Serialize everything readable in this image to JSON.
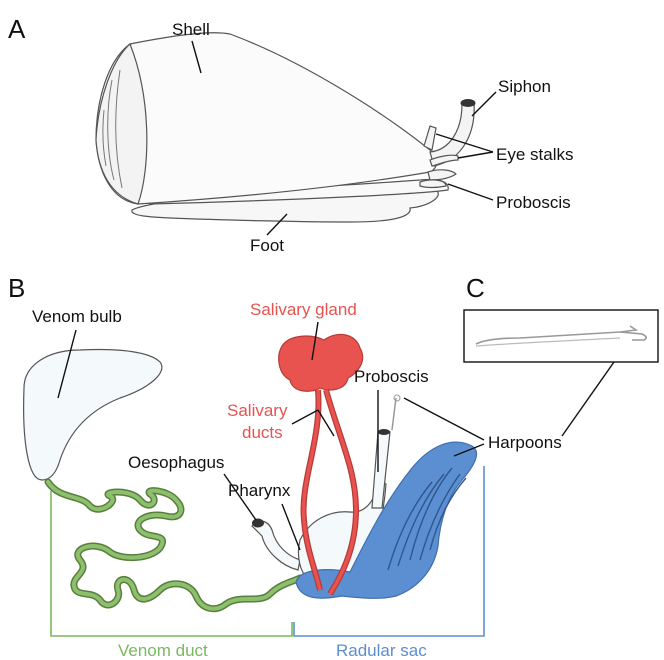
{
  "panels": {
    "a": "A",
    "b": "B",
    "c": "C"
  },
  "panel_a": {
    "shell": "Shell",
    "siphon": "Siphon",
    "eye_stalks": "Eye stalks",
    "proboscis": "Proboscis",
    "foot": "Foot"
  },
  "panel_b": {
    "venom_bulb": "Venom bulb",
    "salivary_gland": "Salivary gland",
    "salivary_ducts_line1": "Salivary",
    "salivary_ducts_line2": "ducts",
    "proboscis": "Proboscis",
    "harpoons": "Harpoons",
    "oesophagus": "Oesophagus",
    "pharynx": "Pharynx",
    "venom_duct": "Venom duct",
    "radular_sac": "Radular sac"
  },
  "colors": {
    "venom_duct": "#7ab861",
    "salivary": "#e8534f",
    "radular": "#5b8fd1",
    "outline": "#555555",
    "fill_light": "#f4f9fb"
  }
}
